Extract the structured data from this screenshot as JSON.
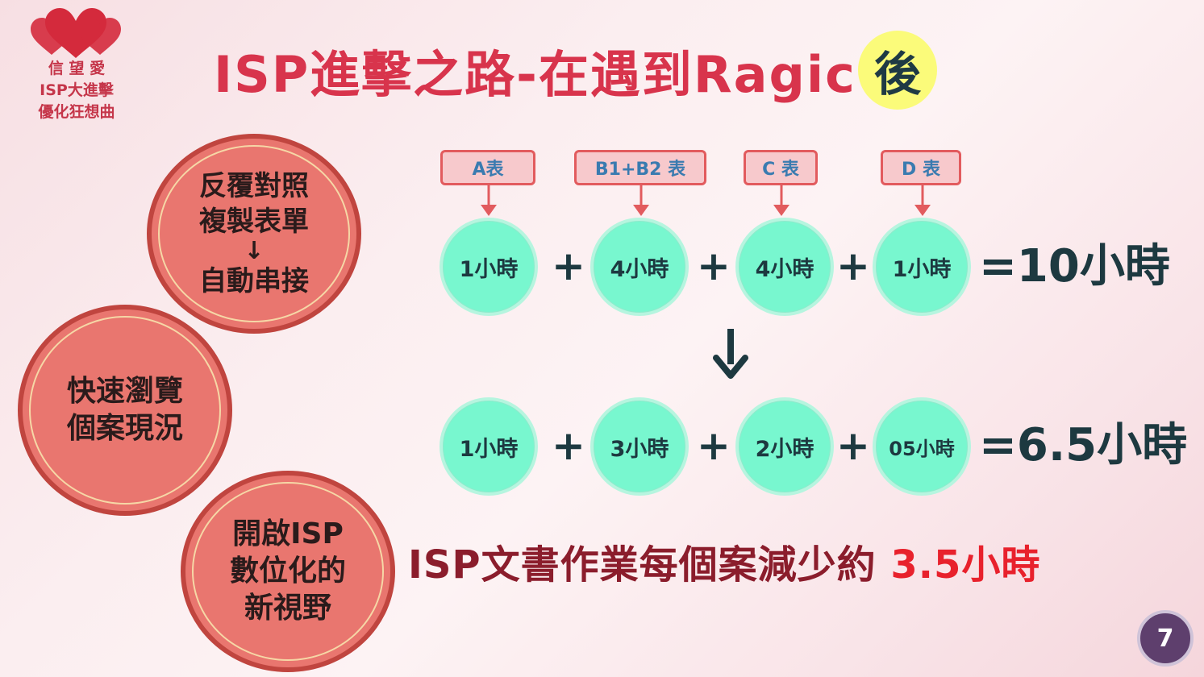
{
  "logo": {
    "lines": [
      "信 望 愛",
      "ISP大進擊",
      "優化狂想曲"
    ],
    "color": "#d42a3c"
  },
  "title": {
    "main": "ISP進擊之路-在遇到Ragic",
    "highlight": "後"
  },
  "left_circles": {
    "c1": {
      "line1": "反覆對照",
      "line2": "複製表單",
      "arrow": "↓",
      "line3": "自動串接"
    },
    "c2": {
      "line1": "快速瀏覽",
      "line2": "個案現況"
    },
    "c3": {
      "line1": "開啟ISP",
      "line2": "數位化的",
      "line3": "新視野"
    }
  },
  "forms": [
    "A表",
    "B1+B2 表",
    "C 表",
    "D 表"
  ],
  "before": {
    "times": [
      "1小時",
      "4小時",
      "4小時",
      "1小時"
    ],
    "total": "=10小時"
  },
  "after": {
    "times": [
      "1小時",
      "3小時",
      "2小時",
      "05小時"
    ],
    "total": "=6.5小時"
  },
  "plus": "+",
  "summary": {
    "text": "ISP文書作業每個案減少約",
    "highlight": "3.5小時"
  },
  "page_number": "7",
  "colors": {
    "title": "#d8344c",
    "circle_fill": "#e9766f",
    "time_circle": "#78f7cf",
    "highlight_red": "#e8212c",
    "page_badge": "#5e3f6d"
  }
}
